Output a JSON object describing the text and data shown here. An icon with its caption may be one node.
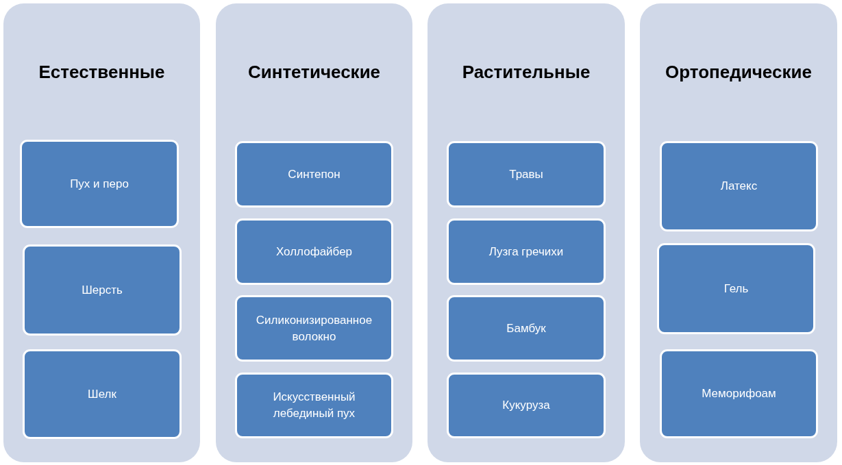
{
  "diagram": {
    "nodes": [
      {
        "text": [
          "Естественные"
        ]
      },
      {
        "text": [
          "Пух и перо"
        ],
        "in": 0
      },
      {
        "text": [
          "Шерсть"
        ],
        "in": 0
      },
      {
        "text": [
          "Шелк"
        ],
        "in": 0
      },
      {
        "text": [
          "Синтетические"
        ]
      },
      {
        "text": [
          "Синтепон"
        ],
        "in": 4
      },
      {
        "text": [
          "Холлофайбер"
        ],
        "in": 4
      },
      {
        "text": [
          "Силиконизированное волокно"
        ],
        "in": 4
      },
      {
        "text": [
          "Искусственный лебединый пух"
        ],
        "in": 4
      },
      {
        "text": [
          "Растительные"
        ]
      },
      {
        "text": [
          "Травы"
        ],
        "in": 9
      },
      {
        "text": [
          "Лузга гречихи"
        ],
        "in": 9
      },
      {
        "text": [
          "Бамбук"
        ],
        "in": 9
      },
      {
        "text": [
          "Кукуруза"
        ],
        "in": 9
      },
      {
        "text": [
          "Ортопедические"
        ]
      },
      {
        "text": [
          "Латекс"
        ],
        "in": 14
      },
      {
        "text": [
          "Гель"
        ],
        "in": 14
      },
      {
        "text": [
          "Меморифоам"
        ],
        "in": 14
      }
    ]
  }
}
